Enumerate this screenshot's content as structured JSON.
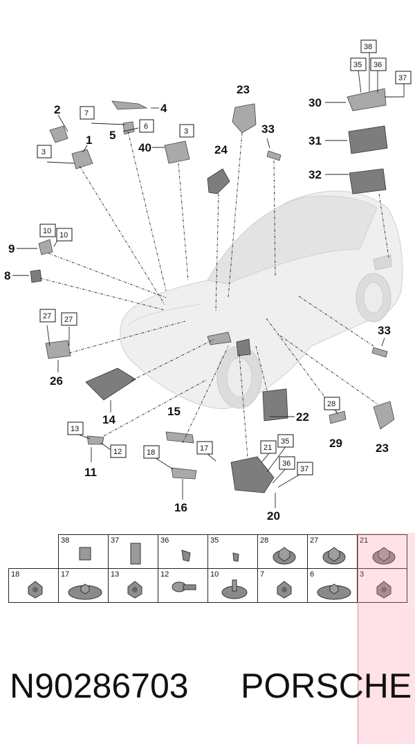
{
  "callouts": {
    "c1": "1",
    "c2": "2",
    "c4": "4",
    "c5": "5",
    "c8": "8",
    "c9": "9",
    "c11": "11",
    "c14": "14",
    "c15": "15",
    "c16": "16",
    "c20": "20",
    "c22": "22",
    "c23a": "23",
    "c23b": "23",
    "c24": "24",
    "c26": "26",
    "c29": "29",
    "c30": "30",
    "c31": "31",
    "c32": "32",
    "c33a": "33",
    "c33b": "33",
    "c40": "40"
  },
  "boxed": {
    "b3a": "3",
    "b3b": "3",
    "b6": "6",
    "b7": "7",
    "b10a": "10",
    "b10b": "10",
    "b12": "12",
    "b13": "13",
    "b17": "17",
    "b18": "18",
    "b21": "21",
    "b27a": "27",
    "b27b": "27",
    "b28": "28",
    "b35a": "35",
    "b35b": "35",
    "b36a": "36",
    "b36b": "36",
    "b37a": "37",
    "b37b": "37",
    "b38": "38"
  },
  "table": {
    "row1": [
      {
        "num": "38",
        "icon": "block-clip"
      },
      {
        "num": "37",
        "icon": "tall-clip"
      },
      {
        "num": "36",
        "icon": "flag-clip"
      },
      {
        "num": "35",
        "icon": "small-flag-clip"
      },
      {
        "num": "28",
        "icon": "hex-nut-flange"
      },
      {
        "num": "27",
        "icon": "hex-nut-flange"
      },
      {
        "num": "21",
        "icon": "hex-nut-flange"
      }
    ],
    "row2": [
      {
        "num": "18",
        "icon": "hex-nut"
      },
      {
        "num": "17",
        "icon": "wide-flange-nut"
      },
      {
        "num": "13",
        "icon": "hex-nut"
      },
      {
        "num": "12",
        "icon": "bolt"
      },
      {
        "num": "10",
        "icon": "stud-nut"
      },
      {
        "num": "7",
        "icon": "hex-nut"
      },
      {
        "num": "6",
        "icon": "wide-flange-nut"
      },
      {
        "num": "3",
        "icon": "hex-nut"
      }
    ]
  },
  "footer": {
    "part_number": "N90286703",
    "brand": "PORSCHE"
  },
  "colors": {
    "highlight": "#ffd6de",
    "part": "#7d7d7d",
    "car": "#e9e9e9"
  }
}
